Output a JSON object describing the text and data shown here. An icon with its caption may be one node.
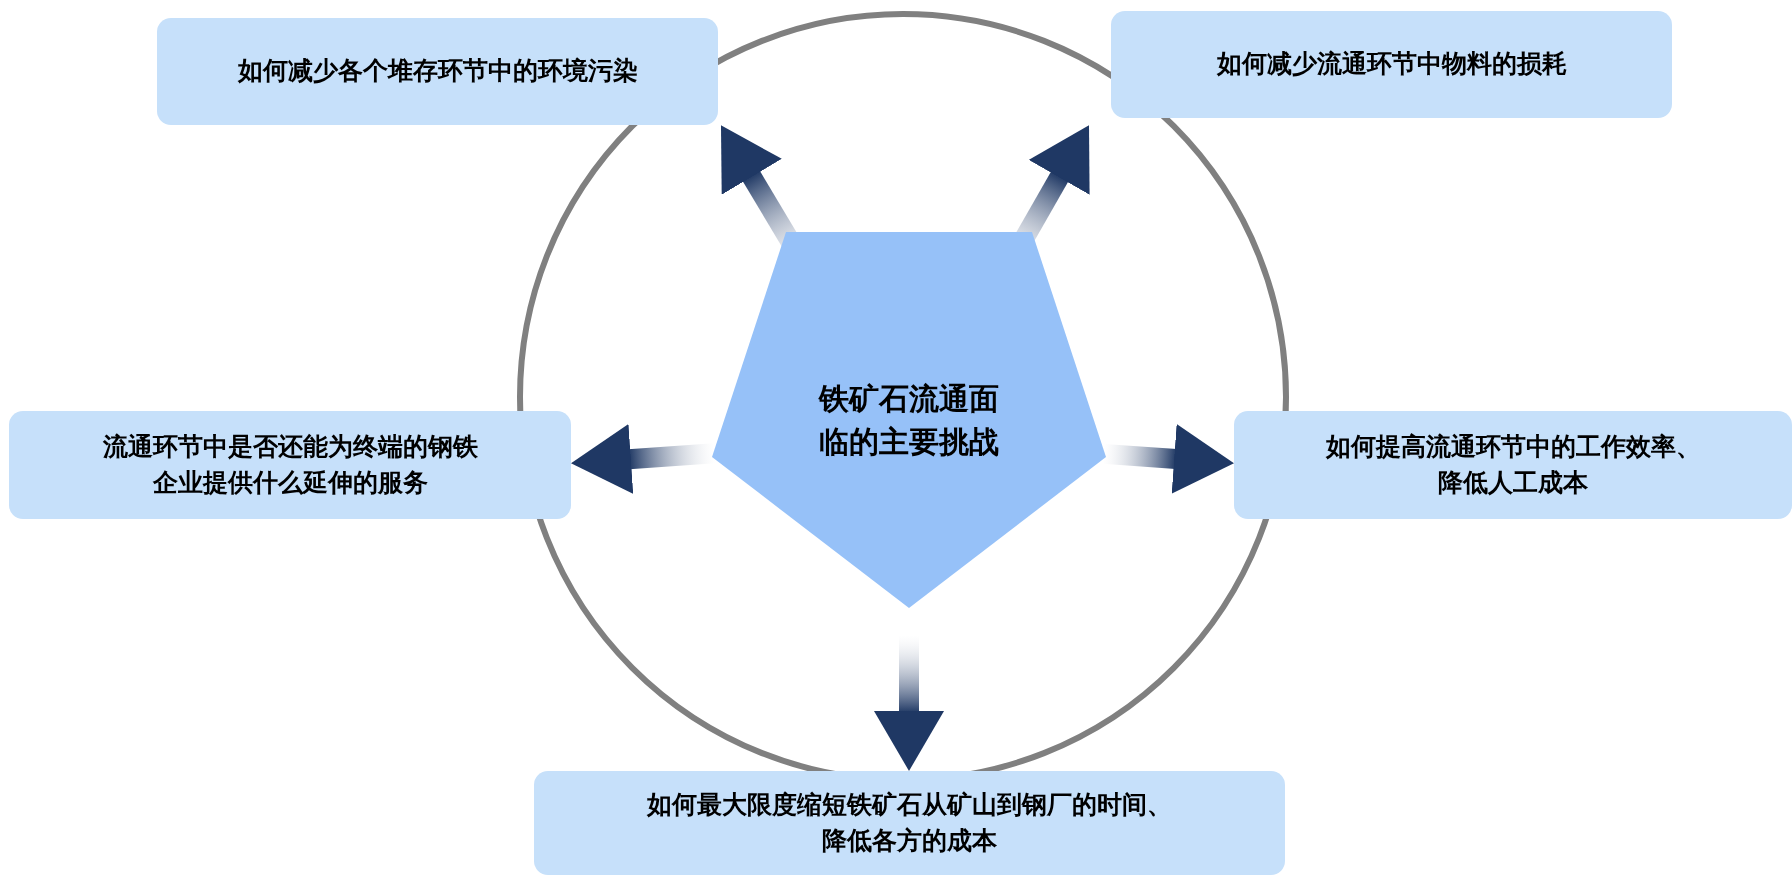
{
  "diagram": {
    "nodes": [
      {
        "text": [
          "如何减少各个堆存环节中的环境污染"
        ]
      },
      {
        "text": [
          "如何减少流通环节中物料的损耗"
        ]
      },
      {
        "text": [
          "铁矿石流通面临的主要挑战"
        ]
      },
      {
        "text": [
          "流通环节中是否还能为终端的钢铁企业提供什么延伸的服务"
        ]
      },
      {
        "text": [
          "如何提高流通环节中的工作效率、降低人工成本"
        ]
      },
      {
        "text": [
          "如何最大限度缩短铁矿石从矿山到钢厂的时间、降低各方的成本"
        ]
      }
    ],
    "edges": [
      {
        "from": 2,
        "to": 0,
        "arrow": "to"
      },
      {
        "from": 2,
        "to": 1,
        "arrow": "to"
      },
      {
        "from": 2,
        "to": 3,
        "arrow": "to"
      },
      {
        "from": 2,
        "to": 4,
        "arrow": "to"
      },
      {
        "from": 2,
        "to": 5,
        "arrow": "to"
      }
    ]
  }
}
